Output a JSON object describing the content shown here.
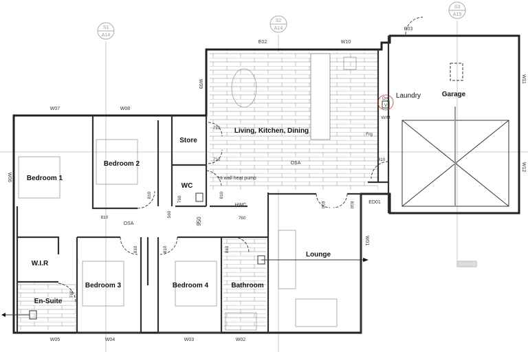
{
  "rooms": {
    "bedroom1": "Bedroom 1",
    "bedroom2": "Bedroom 2",
    "store": "Store",
    "wc": "WC",
    "living": "Living, Kitchen, Dining",
    "laundry": "Laundry",
    "garage": "Garage",
    "osa_living": "OSA",
    "heat_pump": "Hi wall heat pump",
    "osa_hall": "OSA",
    "hwc": "HWC",
    "wir": "W.I.R",
    "bedroom3": "Bedroom 3",
    "bedroom4": "Bedroom 4",
    "bathroom": "Bathroom",
    "ensuite": "En-Suite",
    "lounge": "Lounge"
  },
  "fixtures": {
    "dryer": "Dry",
    "vent": "V",
    "washing_machine": "W/M",
    "fridge": "Frg"
  },
  "openings": {
    "W07": "W07",
    "W08": "W08",
    "W09": "W09",
    "E02": "E02",
    "W10": "W10",
    "E03": "E03",
    "W11": "W11",
    "W12": "W12",
    "W06": "W06",
    "W05": "W05",
    "W04": "W04",
    "W03": "W03",
    "W02": "W02",
    "W01": "W01",
    "ED01": "ED01"
  },
  "door_widths": [
    "710",
    "710",
    "810",
    "810",
    "560",
    "760",
    "810",
    "810",
    "950",
    "760",
    "810",
    "810",
    "810",
    "760",
    "810",
    "810"
  ],
  "section_markers": [
    {
      "top": "S1",
      "bottom": "A14"
    },
    {
      "top": "S2",
      "bottom": "A14"
    },
    {
      "top": "S3",
      "bottom": "A15"
    }
  ],
  "colors": {
    "walls": "#222222",
    "annotation_circle": "#c0392b",
    "grid": "#bbbbbb"
  }
}
